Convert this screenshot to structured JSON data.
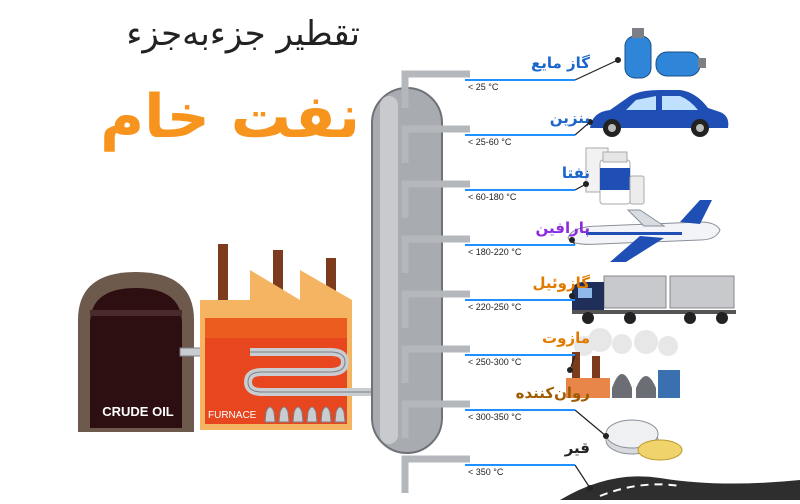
{
  "title": {
    "top": "تقطیر جزءبه‌جزء",
    "main": "نفت خام"
  },
  "labels": {
    "crude_oil": "CRUDE OIL",
    "furnace": "FURNACE"
  },
  "colors": {
    "title_main": "#f7941d",
    "rule": "#1e90ff",
    "tank_outer": "#6d5a4c",
    "tank_inner": "#2d0f12",
    "furnace_fire": "#e8461e",
    "column": "#a8acb1"
  },
  "fractions": [
    {
      "name": "گاز مایع",
      "temp": "< 25 °C",
      "color": "#1a66c9",
      "icon": "gas-cylinder-icon"
    },
    {
      "name": "بنزین",
      "temp": "< 25-60 °C",
      "color": "#1a66c9",
      "icon": "car-icon"
    },
    {
      "name": "نفتا",
      "temp": "< 60-180 °C",
      "color": "#1a66c9",
      "icon": "chemical-bottles-icon"
    },
    {
      "name": "پارافین",
      "temp": "< 180-220 °C",
      "color": "#8a2be2",
      "icon": "airplane-icon"
    },
    {
      "name": "گازوئیل",
      "temp": "< 220-250 °C",
      "color": "#e07b00",
      "icon": "truck-icon"
    },
    {
      "name": "مازوت",
      "temp": "< 250-300 °C",
      "color": "#e07b00",
      "icon": "factory-icon"
    },
    {
      "name": "روان‌کننده",
      "temp": "< 300-350 °C",
      "color": "#a05a00",
      "icon": "wax-tin-icon"
    },
    {
      "name": "قیر",
      "temp": "< 350 °C",
      "color": "#222222",
      "icon": "road-icon"
    }
  ]
}
